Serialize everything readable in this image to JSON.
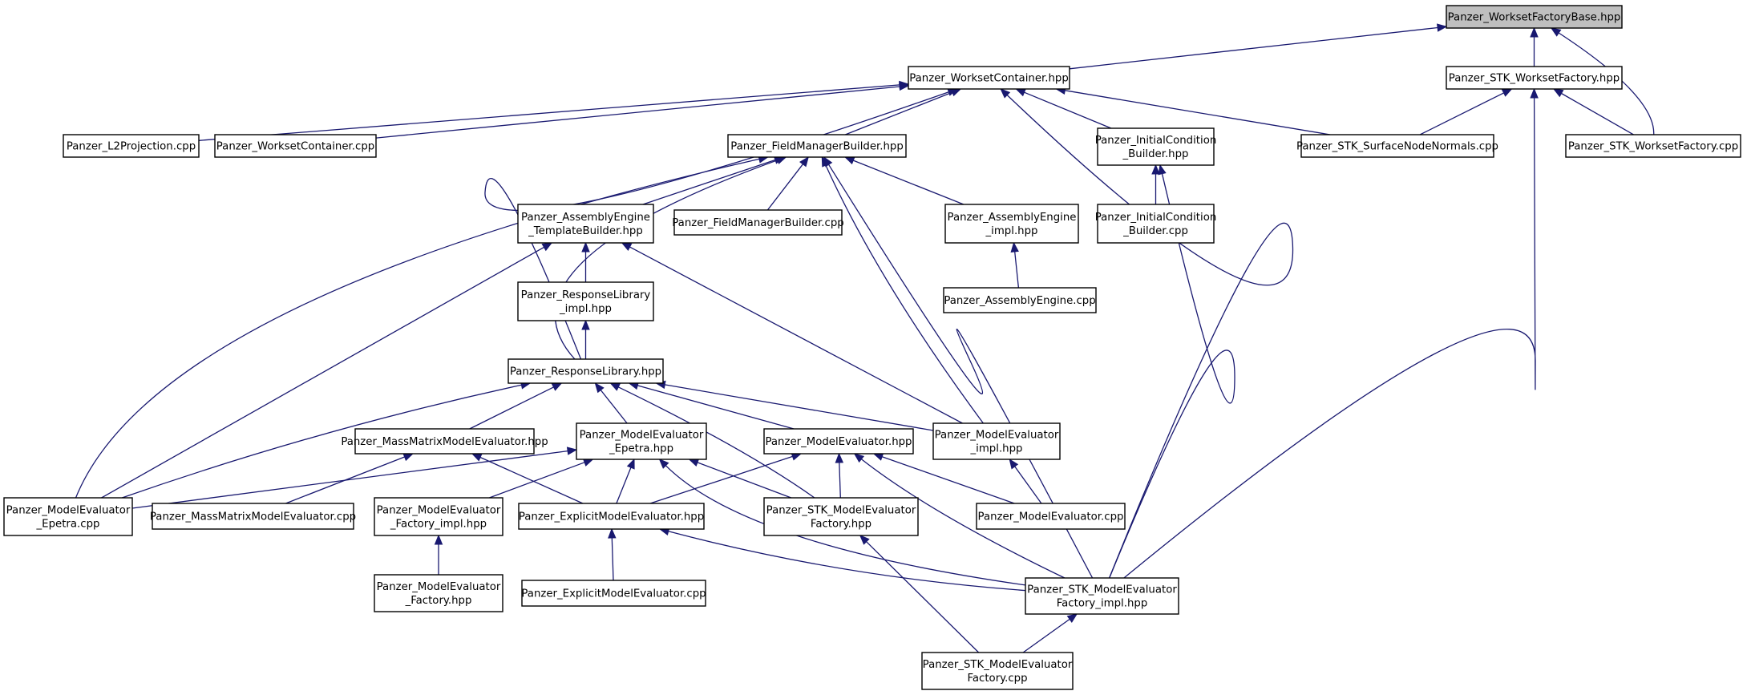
{
  "graph": {
    "edge_color": "#191970",
    "root_fill": "#bfbfbf",
    "nodes": [
      {
        "id": "wfb",
        "label": "Panzer_WorksetFactoryBase.hpp",
        "root": true
      },
      {
        "id": "wc",
        "label": "Panzer_WorksetContainer.hpp"
      },
      {
        "id": "stkwf",
        "label": "Panzer_STK_WorksetFactory.hpp"
      },
      {
        "id": "l2p",
        "label": "Panzer_L2Projection.cpp"
      },
      {
        "id": "wccpp",
        "label": "Panzer_WorksetContainer.cpp"
      },
      {
        "id": "fmb",
        "label": "Panzer_FieldManagerBuilder.hpp"
      },
      {
        "id": "icb",
        "label": "Panzer_InitialCondition _Builder.hpp"
      },
      {
        "id": "stksnn",
        "label": "Panzer_STK_SurfaceNodeNormals.cpp"
      },
      {
        "id": "stkwfcpp",
        "label": "Panzer_STK_WorksetFactory.cpp"
      },
      {
        "id": "aetb",
        "label": "Panzer_AssemblyEngine _TemplateBuilder.hpp"
      },
      {
        "id": "fmbcpp",
        "label": "Panzer_FieldManagerBuilder.cpp"
      },
      {
        "id": "aeimpl",
        "label": "Panzer_AssemblyEngine _impl.hpp"
      },
      {
        "id": "icbcpp",
        "label": "Panzer_InitialCondition _Builder.cpp"
      },
      {
        "id": "rlimpl",
        "label": "Panzer_ResponseLibrary _impl.hpp"
      },
      {
        "id": "aecpp",
        "label": "Panzer_AssemblyEngine.cpp"
      },
      {
        "id": "rl",
        "label": "Panzer_ResponseLibrary.hpp"
      },
      {
        "id": "mmme",
        "label": "Panzer_MassMatrixModelEvaluator.hpp"
      },
      {
        "id": "meep",
        "label": "Panzer_ModelEvaluator _Epetra.hpp"
      },
      {
        "id": "me",
        "label": "Panzer_ModelEvaluator.hpp"
      },
      {
        "id": "meimpl",
        "label": "Panzer_ModelEvaluator _impl.hpp"
      },
      {
        "id": "meepcpp",
        "label": "Panzer_ModelEvaluator _Epetra.cpp"
      },
      {
        "id": "mmmecpp",
        "label": "Panzer_MassMatrixModelEvaluator.cpp"
      },
      {
        "id": "mefimpl",
        "label": "Panzer_ModelEvaluator _Factory_impl.hpp"
      },
      {
        "id": "eme",
        "label": "Panzer_ExplicitModelEvaluator.hpp"
      },
      {
        "id": "stkmef",
        "label": "Panzer_STK_ModelEvaluator Factory.hpp"
      },
      {
        "id": "mecpp",
        "label": "Panzer_ModelEvaluator.cpp"
      },
      {
        "id": "mef",
        "label": "Panzer_ModelEvaluator _Factory.hpp"
      },
      {
        "id": "emecpp",
        "label": "Panzer_ExplicitModelEvaluator.cpp"
      },
      {
        "id": "stkmefimpl",
        "label": "Panzer_STK_ModelEvaluator Factory_impl.hpp"
      },
      {
        "id": "stkmefcpp",
        "label": "Panzer_STK_ModelEvaluator Factory.cpp"
      }
    ],
    "edges": [
      {
        "from": "wc",
        "to": "wfb"
      },
      {
        "from": "stkwf",
        "to": "wfb"
      },
      {
        "from": "stkwfcpp",
        "to": "wfb"
      },
      {
        "from": "l2p",
        "to": "wc"
      },
      {
        "from": "wccpp",
        "to": "wc"
      },
      {
        "from": "fmb",
        "to": "wc"
      },
      {
        "from": "icb",
        "to": "wc"
      },
      {
        "from": "stksnn",
        "to": "wc"
      },
      {
        "from": "rl",
        "to": "wc"
      },
      {
        "from": "stkmefimpl",
        "to": "wc"
      },
      {
        "from": "stksnn",
        "to": "stkwf"
      },
      {
        "from": "stkwfcpp",
        "to": "stkwf"
      },
      {
        "from": "stkmefimpl",
        "to": "stkwf"
      },
      {
        "from": "aetb",
        "to": "fmb"
      },
      {
        "from": "fmbcpp",
        "to": "fmb"
      },
      {
        "from": "aeimpl",
        "to": "fmb"
      },
      {
        "from": "rl",
        "to": "fmb"
      },
      {
        "from": "meimpl",
        "to": "fmb"
      },
      {
        "from": "stkmefimpl",
        "to": "fmb"
      },
      {
        "from": "meepcpp",
        "to": "fmb"
      },
      {
        "from": "icbcpp",
        "to": "icb"
      },
      {
        "from": "stkmefimpl",
        "to": "icb"
      },
      {
        "from": "rlimpl",
        "to": "aetb"
      },
      {
        "from": "meepcpp",
        "to": "aetb"
      },
      {
        "from": "meimpl",
        "to": "aetb"
      },
      {
        "from": "aecpp",
        "to": "aeimpl"
      },
      {
        "from": "rl",
        "to": "rlimpl"
      },
      {
        "from": "mmme",
        "to": "rl"
      },
      {
        "from": "meep",
        "to": "rl"
      },
      {
        "from": "me",
        "to": "rl"
      },
      {
        "from": "meimpl",
        "to": "rl"
      },
      {
        "from": "meepcpp",
        "to": "rl"
      },
      {
        "from": "stkmef",
        "to": "rl"
      },
      {
        "from": "mmmecpp",
        "to": "mmme"
      },
      {
        "from": "eme",
        "to": "mmme"
      },
      {
        "from": "meepcpp",
        "to": "meep"
      },
      {
        "from": "mefimpl",
        "to": "meep"
      },
      {
        "from": "eme",
        "to": "meep"
      },
      {
        "from": "stkmef",
        "to": "meep"
      },
      {
        "from": "stkmefimpl",
        "to": "meep"
      },
      {
        "from": "eme",
        "to": "me"
      },
      {
        "from": "stkmef",
        "to": "me"
      },
      {
        "from": "mecpp",
        "to": "me"
      },
      {
        "from": "stkmefimpl",
        "to": "me"
      },
      {
        "from": "mecpp",
        "to": "meimpl"
      },
      {
        "from": "mef",
        "to": "mefimpl"
      },
      {
        "from": "emecpp",
        "to": "eme"
      },
      {
        "from": "stkmefimpl",
        "to": "eme"
      },
      {
        "from": "stkmefcpp",
        "to": "stkmef"
      },
      {
        "from": "stkmefcpp",
        "to": "stkmefimpl"
      }
    ]
  }
}
